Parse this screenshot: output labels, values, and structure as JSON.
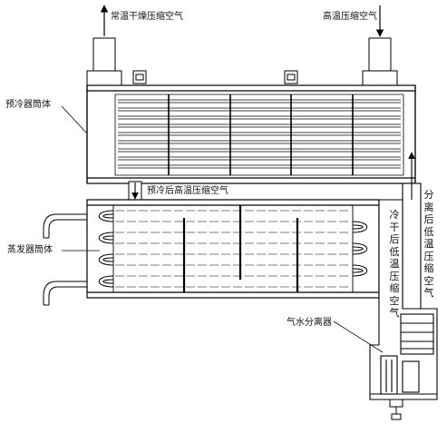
{
  "labels": {
    "outlet_air": "常温干燥压缩空气",
    "inlet_air": "高温压缩空气",
    "precooler_shell": "预冷器筒体",
    "precooled_air": "预冷后高温压缩空气",
    "evaporator_shell": "蒸发器筒体",
    "separated_air": "分离后低温压缩空气",
    "cooled_air": "冷干后低温压缩空气",
    "separator": "气水分离器"
  }
}
